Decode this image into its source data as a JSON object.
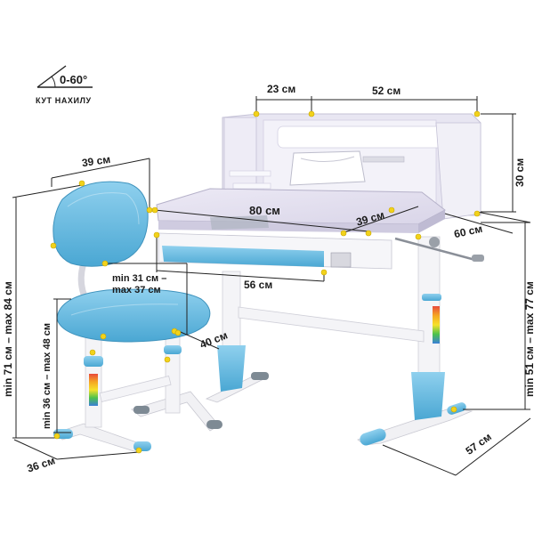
{
  "tilt": {
    "angle": "0-60°",
    "caption": "КУТ НАХИЛУ"
  },
  "dimensions": {
    "shelf_left": "23 см",
    "shelf_right": "52 см",
    "shelf_height": "30 см",
    "desk_width": "80 см",
    "desk_depth_inner": "39 см",
    "desk_depth": "60 см",
    "drawer_width": "56 см",
    "desk_height": "min 51 см – max 77 см",
    "base_depth": "57 см",
    "back_width": "39 см",
    "chair_back_height": "min 71 см – max 84 см",
    "back_height_line1": "min 31 см –",
    "back_height_line2": "max 37 см",
    "seat_width": "40 см",
    "seat_height": "min 36 см – max 48 см",
    "chair_base": "36 см"
  },
  "colors": {
    "accent_blue": "#5fb6dc",
    "lavender": "#e3e0ef",
    "marker_yellow": "#f2d21b",
    "text": "#1a1a1a"
  }
}
